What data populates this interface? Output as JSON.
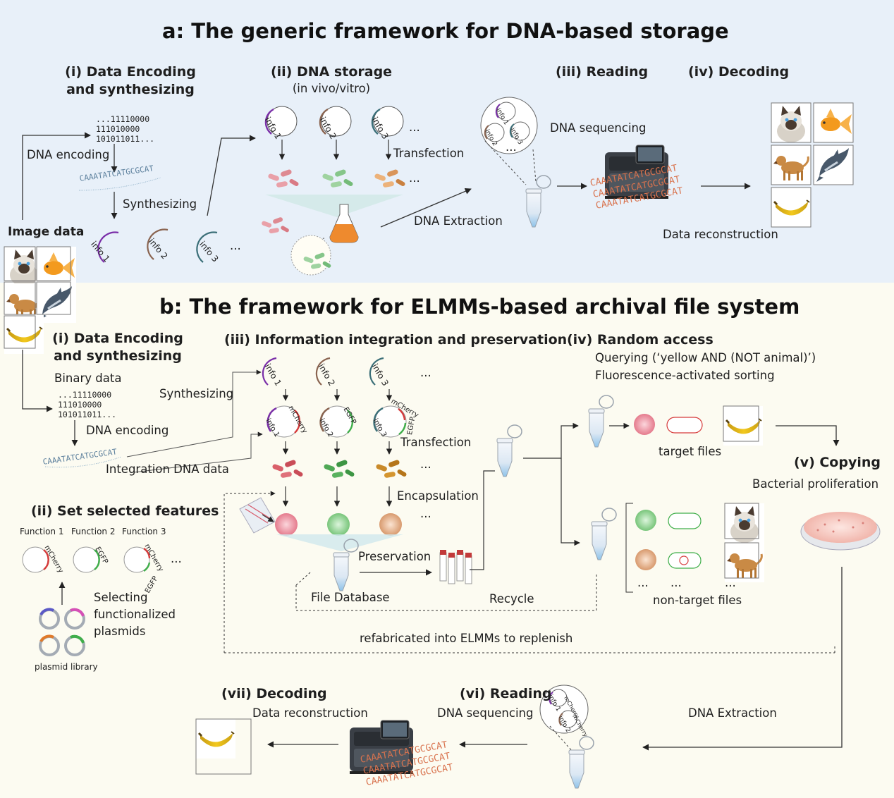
{
  "panel_a": {
    "title": "a: The generic framework for DNA-based storage",
    "step1": {
      "line1": "(i) Data Encoding",
      "line2": "and synthesizing"
    },
    "step2": {
      "line1": "(ii) DNA storage",
      "line2": "(in vivo/vitro)"
    },
    "step3": "(iii) Reading",
    "step4": "(iv) Decoding",
    "image_data": "Image data",
    "binary": "...11110000\n111010000\n101011011...",
    "dna_encoding": "DNA encoding",
    "sequence": "CAAATATCATGCGCAT",
    "synthesizing": "Synthesizing",
    "info_labels": [
      "info 1",
      "info 2",
      "info 3"
    ],
    "ellipsis": "...",
    "transfection": "Transfection",
    "dna_extraction": "DNA Extraction",
    "dna_sequencing": "DNA sequencing",
    "data_reconstruction": "Data reconstruction"
  },
  "panel_b": {
    "title": "b: The framework for ELMMs-based archival file system",
    "step1": {
      "line1": "(i) Data Encoding",
      "line2": "and synthesizing"
    },
    "binary_data": "Binary data",
    "binary": "...11110000\n111010000\n101011011...",
    "dna_encoding": "DNA encoding",
    "synthesizing": "Synthesizing",
    "integration": "Integration DNA data",
    "step2": "(ii) Set selected features",
    "functions": [
      "Function 1",
      "Function 2",
      "Function 3"
    ],
    "markers": {
      "mcherry": "mCherry",
      "egfp": "EGFP"
    },
    "selecting": [
      "Selecting",
      "functionalized",
      "plasmids"
    ],
    "plasmid_library": "plasmid library",
    "step3": "(iii) Information integration and preservation",
    "info_labels": [
      "info 1",
      "info 2",
      "info 3"
    ],
    "ellipsis": "...",
    "transfection": "Transfection",
    "encapsulation": "Encapsulation",
    "preservation": "Preservation",
    "file_database": "File Database",
    "recycle": "Recycle",
    "refabricated": "refabricated into ELMMs to replenish",
    "step4": "(iv) Random access",
    "query": "Querying (‘yellow AND (NOT animal)’)",
    "facs": "Fluorescence-activated sorting",
    "target_files": "target files",
    "non_target_files": "non-target files",
    "step5": "(v) Copying",
    "bacterial_proliferation": "Bacterial proliferation",
    "dna_extraction": "DNA Extraction",
    "step6": "(vi) Reading",
    "dna_sequencing": "DNA sequencing",
    "step7": "(vii) Decoding",
    "data_reconstruction": "Data reconstruction"
  },
  "colors": {
    "panel_a_bg": "#e8f0f9",
    "panel_b_bg": "#fcfbf1",
    "info1": "#7a2ea8",
    "info2": "#8a6450",
    "info3": "#3b6f78",
    "mcherry": "#d63a3a",
    "egfp": "#3fae4a",
    "sequence": "#d9734e"
  },
  "icons": [
    "siamese-cat-icon",
    "goldfish-icon",
    "dog-icon",
    "dolphin-icon",
    "banana-icon",
    "sequencer-icon",
    "tube-icon",
    "flask-icon",
    "petri-dish-icon",
    "plasmid-icon",
    "bacteria-icon",
    "microbead-icon",
    "vials-icon",
    "chip-icon"
  ]
}
